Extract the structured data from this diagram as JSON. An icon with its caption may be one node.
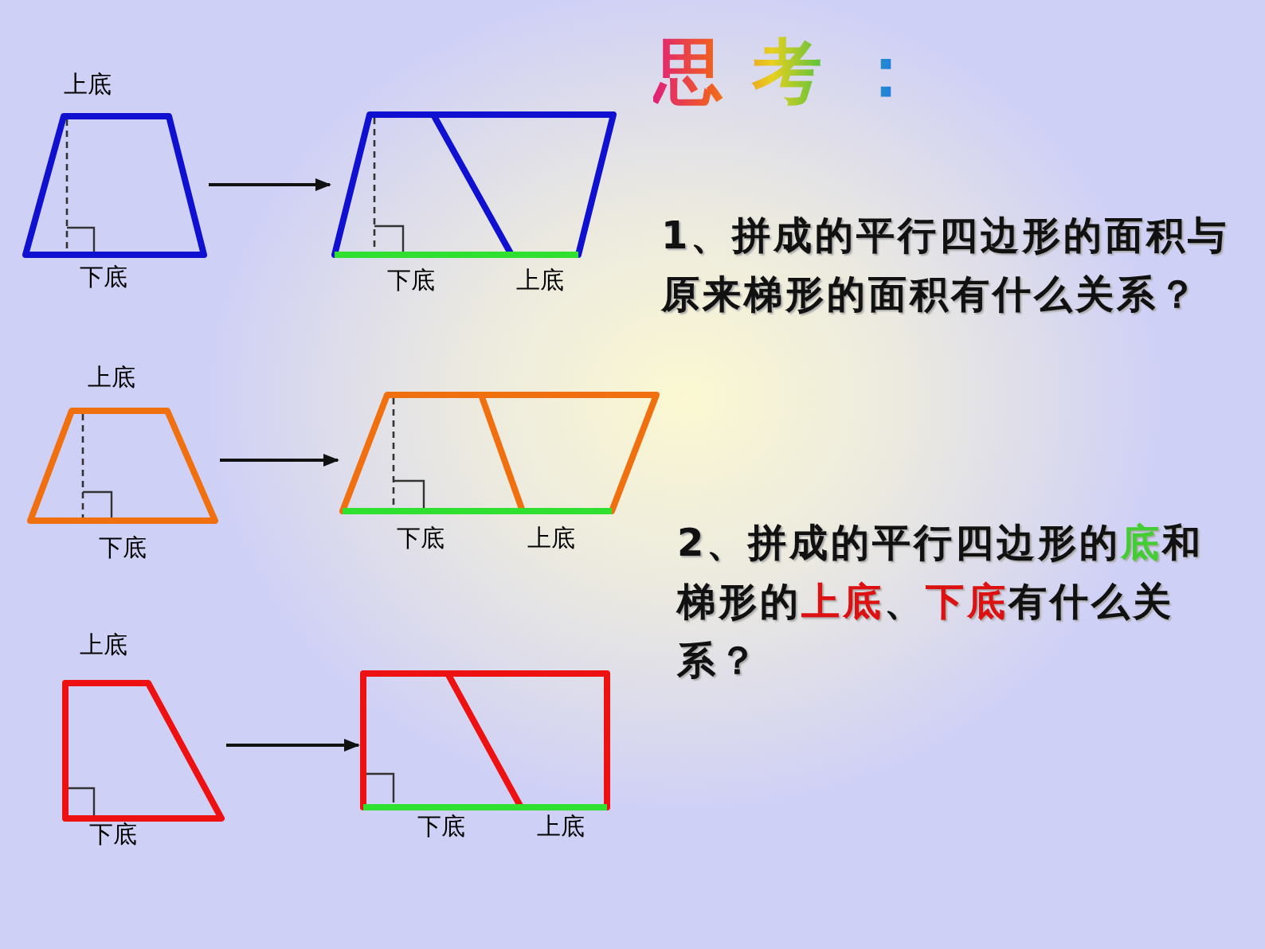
{
  "diagram": {
    "title": "思考：",
    "nodes": [
      {
        "text": [],
        "shape": "trapezoid",
        "beside": [
          "上底",
          "下底"
        ]
      },
      {
        "text": [],
        "shape": "parallelogram",
        "beside": [
          "下底",
          "上底"
        ]
      },
      {
        "text": [],
        "shape": "trapezoid",
        "beside": [
          "上底",
          "下底"
        ]
      },
      {
        "text": [],
        "shape": "parallelogram",
        "beside": [
          "下底",
          "上底"
        ]
      },
      {
        "text": [],
        "shape": "trapezoid",
        "beside": [
          "上底",
          "下底"
        ]
      },
      {
        "text": [],
        "shape": "rectangle",
        "beside": [
          "下底",
          "上底"
        ]
      }
    ],
    "edges": [
      {
        "from": 0,
        "to": 1,
        "arrow": "to"
      },
      {
        "from": 2,
        "to": 3,
        "arrow": "to"
      },
      {
        "from": 4,
        "to": 5,
        "arrow": "to"
      }
    ],
    "labels": [
      "1、拼成的平行四边形的面积与原来梯形的面积有什么关系？",
      "2、拼成的平行四边形的**底**和梯形的**上底**、**下底**有什么关系？"
    ]
  }
}
